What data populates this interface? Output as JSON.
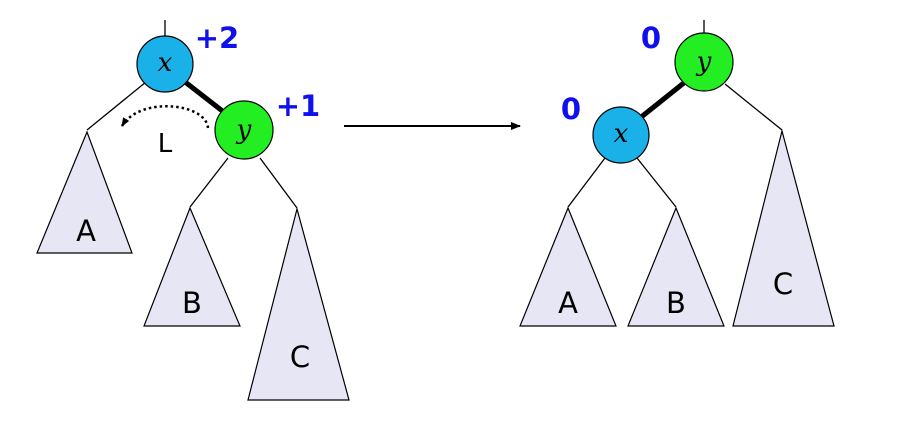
{
  "colors": {
    "node_x": "#1ab0e8",
    "node_y": "#22ee22",
    "subtree_fill": "#e6e6f5",
    "balance_text": "#1010ee",
    "line": "#000000"
  },
  "before": {
    "node_x": {
      "label": "x",
      "balance": "+2"
    },
    "node_y": {
      "label": "y",
      "balance": "+1"
    },
    "rotation_label": "L",
    "subtrees": {
      "a": "A",
      "b": "B",
      "c": "C"
    }
  },
  "after": {
    "node_x": {
      "label": "x",
      "balance": "0"
    },
    "node_y": {
      "label": "y",
      "balance": "0"
    },
    "subtrees": {
      "a": "A",
      "b": "B",
      "c": "C"
    }
  }
}
